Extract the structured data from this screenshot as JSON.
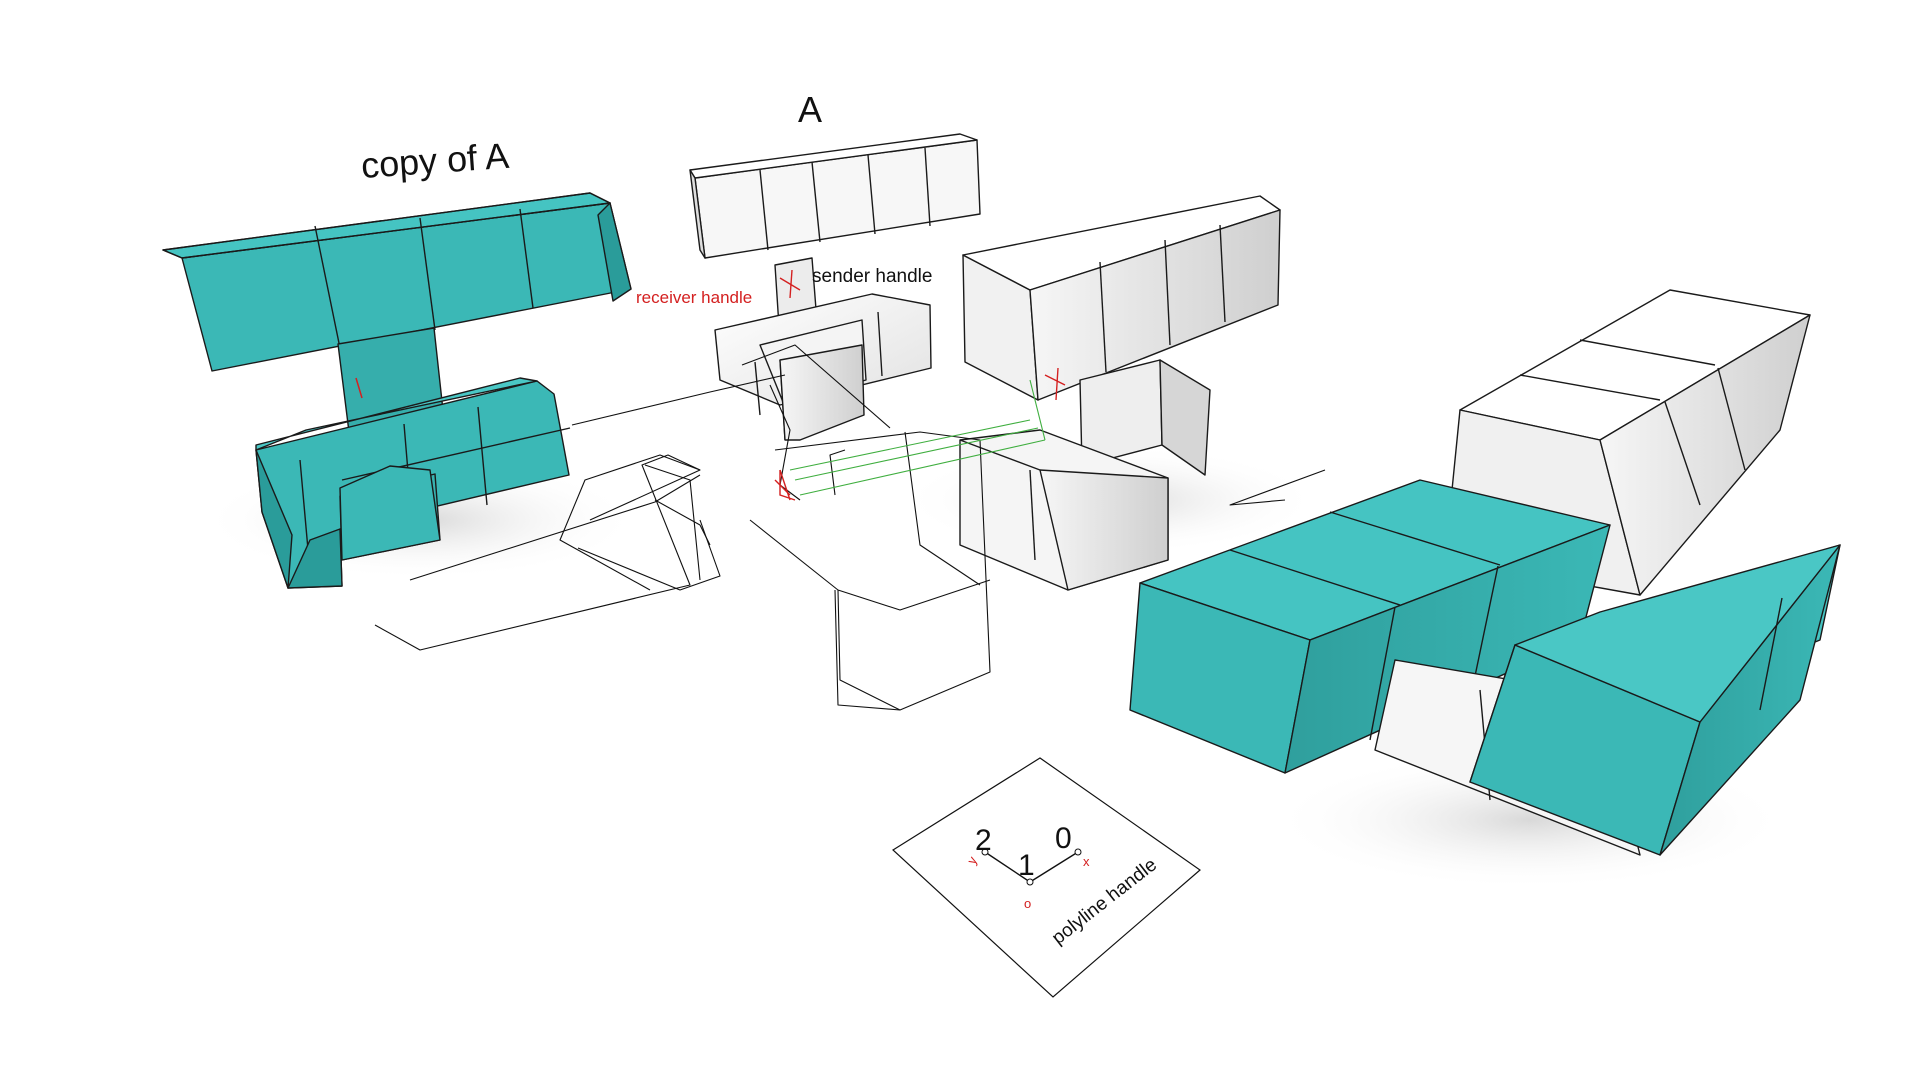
{
  "labels": {
    "copy_of_a": "copy of A",
    "a": "A",
    "sender_handle": "sender handle",
    "receiver_handle": "receiver handle",
    "polyline_handle": "polyline handle"
  },
  "polyline_handle_marks": {
    "n0": "0",
    "n1": "1",
    "n2": "2",
    "axis_x": "x",
    "axis_y": "y",
    "origin": "o"
  },
  "colors": {
    "teal": "#3bb8b6",
    "teal_dark": "#2a9c9a",
    "white_face": "#f4f4f4",
    "white_shade": "#d9d9d9",
    "handle_red": "#d42020",
    "guide_green": "#3fae3f"
  }
}
